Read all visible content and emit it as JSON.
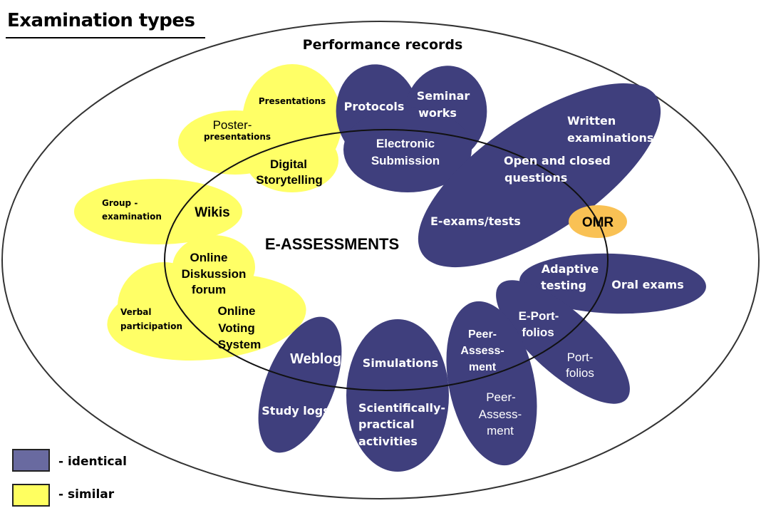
{
  "title": "Examination types",
  "outer_label": "Performance records",
  "center_label": "E-ASSESSMENTS",
  "colors": {
    "identical": "#3f3f7d",
    "identical_legend": "#696aa0",
    "similar": "#ffff66",
    "similar_legend": "#ffff60",
    "omr": "#f9c154",
    "white_text": "#ffffff",
    "dark_text": "#000000"
  },
  "legend": [
    {
      "label": "- identical",
      "category": "identical"
    },
    {
      "label": "- similar",
      "category": "similar"
    }
  ],
  "identical_blobs": [
    {
      "name": "electronic-submission",
      "labels": {
        "protocols": "Protocols",
        "seminar_1": "Seminar",
        "seminar_2": "works",
        "main_1": "Electronic",
        "main_2": "Submission"
      }
    },
    {
      "name": "e-exams",
      "labels": {
        "written_1": "Written",
        "written_2": "examinations",
        "open_1": "Open and closed",
        "open_2": "questions",
        "main": "E-exams/tests"
      }
    },
    {
      "name": "adaptive-testing",
      "labels": {
        "main_1": "Adaptive",
        "main_2": "testing",
        "outer": "Oral exams"
      }
    },
    {
      "name": "e-portfolios",
      "labels": {
        "main_1": "E-Port-",
        "main_2": "folios",
        "outer_1": "Port-",
        "outer_2": "folios"
      }
    },
    {
      "name": "peer-assessment",
      "labels": {
        "main_1": "Peer-",
        "main_2": "Assess-",
        "main_3": "ment",
        "outer_1": "Peer-",
        "outer_2": "Assess-",
        "outer_3": "ment"
      }
    },
    {
      "name": "simulations",
      "labels": {
        "main": "Simulations",
        "outer_1": "Scientifically-",
        "outer_2": "practical",
        "outer_3": "activities"
      }
    },
    {
      "name": "weblog",
      "labels": {
        "main": "Weblog",
        "outer": "Study logs"
      }
    }
  ],
  "similar_blobs": [
    {
      "name": "digital-storytelling",
      "labels": {
        "presentations": "Presentations",
        "poster_1": "Poster-",
        "poster_2": "presentations",
        "main_1": "Digital",
        "main_2": "Storytelling"
      }
    },
    {
      "name": "wikis",
      "labels": {
        "outer_1": "Group -",
        "outer_2": "examination",
        "main": "Wikis"
      }
    },
    {
      "name": "online-forum",
      "labels": {
        "main_1": "Online",
        "main_2": "Diskussion",
        "main_3": "forum",
        "voting_1": "Online",
        "voting_2": "Voting",
        "voting_3": "System",
        "outer_1": "Verbal",
        "outer_2": "participation"
      }
    }
  ],
  "omr": {
    "label": "OMR"
  }
}
